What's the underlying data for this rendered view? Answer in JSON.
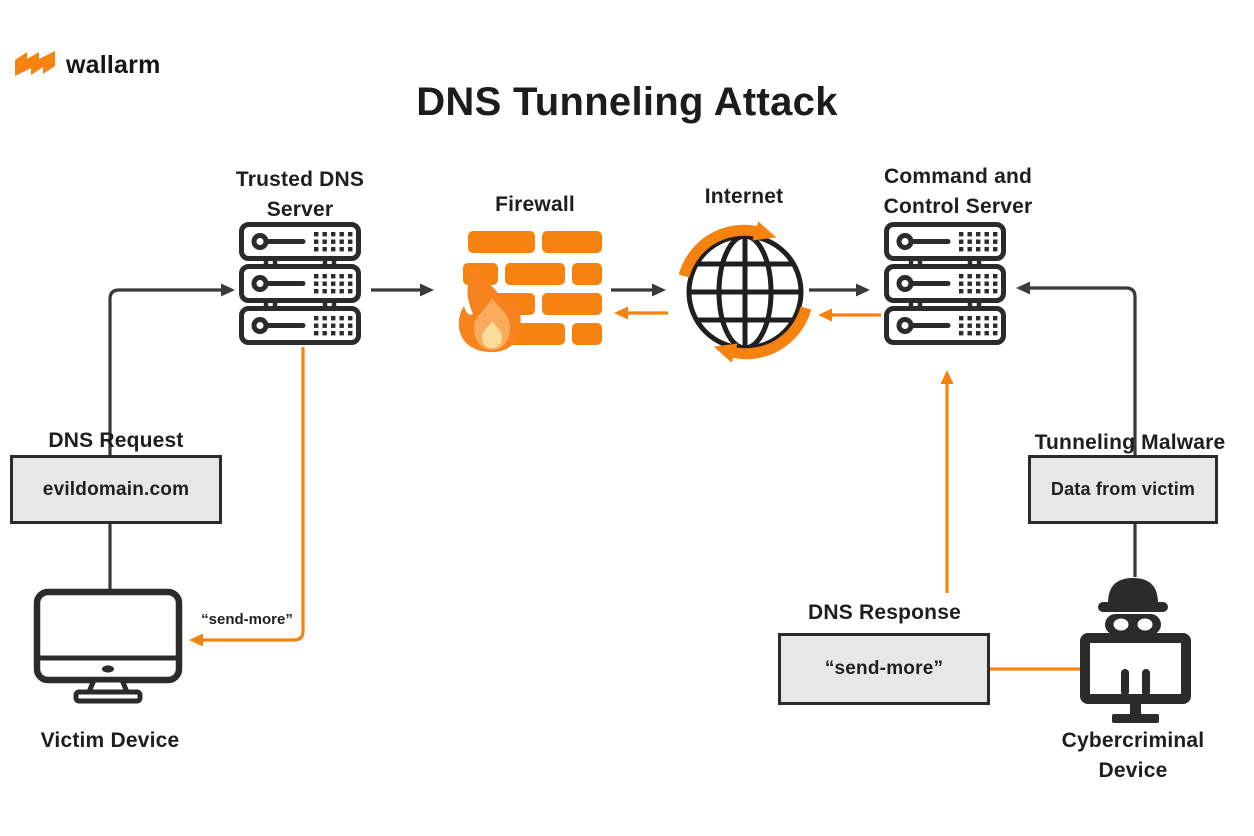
{
  "brand": {
    "name": "wallarm",
    "logo_icon": "wallarm-zigzag-icon",
    "color": "#F6820F"
  },
  "title": "DNS Tunneling Attack",
  "palette": {
    "orange": "#F6820F",
    "line_dark": "#3A3A3A",
    "ink": "#1E1E1E",
    "box_bg": "#E7E7E7",
    "box_border": "#2B2B2B",
    "flame_outer": "#F6831D",
    "flame_mid": "#FAAC5E",
    "flame_inner": "#FBDC9B"
  },
  "nodes": {
    "dns_server": {
      "label": "Trusted DNS Server",
      "icon": "server-stack-icon"
    },
    "firewall": {
      "label": "Firewall",
      "icon": "firewall-brick-flame-icon"
    },
    "internet": {
      "label": "Internet",
      "icon": "globe-sync-icon"
    },
    "c2_server": {
      "label": "Command and Control Server",
      "icon": "server-stack-icon"
    },
    "victim_device": {
      "label": "Victim Device",
      "icon": "desktop-monitor-icon"
    },
    "cybercriminal_device": {
      "label": "Cybercriminal Device",
      "icon": "thief-monitor-icon"
    }
  },
  "callouts": {
    "dns_request": {
      "title": "DNS Request",
      "value": "evildomain.com"
    },
    "tunneling_malware": {
      "title": "Tunneling Malware",
      "value": "Data from victim"
    },
    "dns_response": {
      "title": "DNS Response",
      "value": "“send-more”"
    },
    "send_more_note": "“send-more”"
  }
}
